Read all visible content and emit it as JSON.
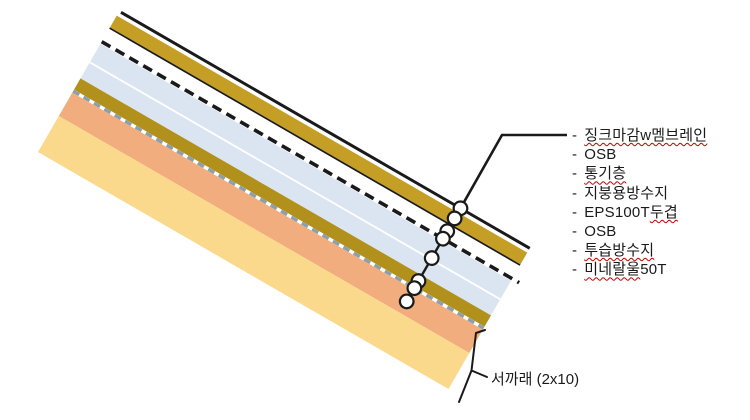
{
  "colors": {
    "outline": "#1a1a1a",
    "osb_top": "#c59e25",
    "osb_bottom": "#b1901c",
    "eps": "#dbe5f1",
    "eps_divider": "#ffffff",
    "mineral_wool": "#f1ad7d",
    "rafter": "#fbd98c",
    "membrane_dash": "#8ba0ac",
    "membrane_dash_gap": "#ffffff",
    "misspell_underline": "#c00000",
    "marker_fill": "#ffffff"
  },
  "labels": {
    "bullet": "-",
    "items": [
      {
        "parts": [
          {
            "text": "징크마감w멤브레인",
            "misspelled": true
          }
        ]
      },
      {
        "parts": [
          {
            "text": "OSB",
            "misspelled": false
          }
        ]
      },
      {
        "parts": [
          {
            "text": "통기층",
            "misspelled": true
          }
        ]
      },
      {
        "parts": [
          {
            "text": "지붕용방수지",
            "misspelled": false
          }
        ]
      },
      {
        "parts": [
          {
            "text": "EPS100T ",
            "misspelled": false
          },
          {
            "text": "두겹",
            "misspelled": true
          }
        ]
      },
      {
        "parts": [
          {
            "text": "OSB",
            "misspelled": false
          }
        ]
      },
      {
        "parts": [
          {
            "text": "투습방수지",
            "misspelled": true
          }
        ]
      },
      {
        "parts": [
          {
            "text": "미네랄울",
            "misspelled": true
          },
          {
            "text": "50T",
            "misspelled": false
          }
        ]
      }
    ]
  },
  "bracket": {
    "label": "서까래 (2x10)"
  }
}
